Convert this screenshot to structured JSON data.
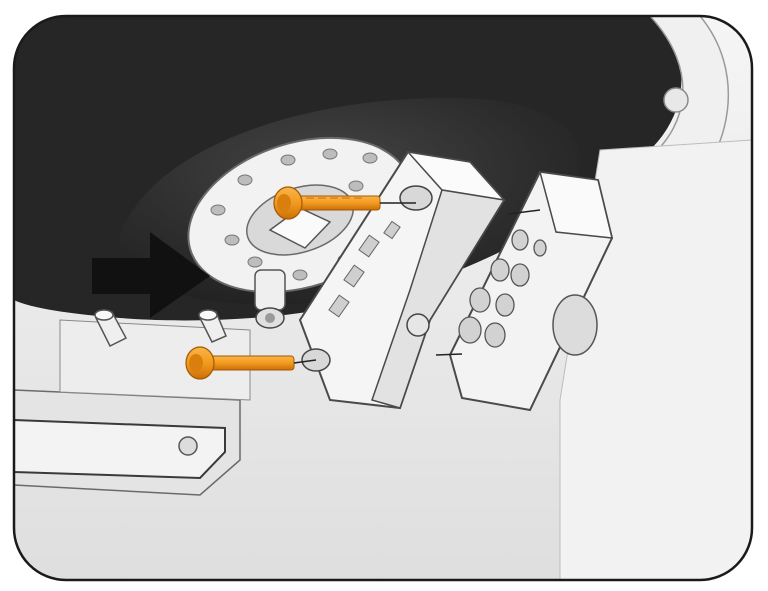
{
  "figure": {
    "type": "assembly-illustration",
    "colors": {
      "background": "#ffffff",
      "frame_stroke": "#1a1a1a",
      "drum_dark": "#2a2a2a",
      "drum_mid": "#3a3a3a",
      "housing_light": "#ececec",
      "part_light": "#f4f4f4",
      "part_shade": "#d6d6d6",
      "screw_orange": "#f39a1e",
      "screw_orange_dark": "#c96f0a",
      "arrow_black": "#111111"
    },
    "parts": {
      "arrow": {
        "icon": "black-arrow-right",
        "meaning": "direction-indicator"
      },
      "screws": [
        {
          "icon": "socket-head-cap-screw",
          "color": "orange"
        },
        {
          "icon": "socket-head-cap-screw",
          "color": "orange"
        }
      ],
      "bracket_main": {
        "icon": "mounting-bracket-block"
      },
      "bracket_plate": {
        "icon": "perforated-mounting-plate"
      },
      "hub_disc": {
        "icon": "perforated-hub-disc"
      },
      "drum": {
        "icon": "dark-drum-bowl"
      },
      "guide_pins": [
        {
          "icon": "guide-pin"
        },
        {
          "icon": "guide-pin"
        }
      ]
    }
  }
}
